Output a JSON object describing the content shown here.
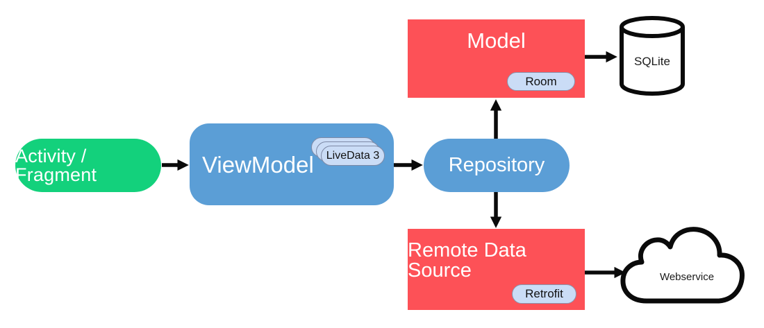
{
  "nodes": {
    "activity_fragment": {
      "label": "Activity / Fragment",
      "color": "#13d17c"
    },
    "viewmodel": {
      "label": "ViewModel",
      "badge": "LiveData 3",
      "color": "#5b9ed6"
    },
    "repository": {
      "label": "Repository",
      "color": "#5b9ed6"
    },
    "model": {
      "label": "Model",
      "badge": "Room",
      "color": "#fd5157"
    },
    "remote_data_source": {
      "label": "Remote Data Source",
      "badge": "Retrofit",
      "color": "#fd5157"
    },
    "sqlite": {
      "label": "SQLite"
    },
    "webservice": {
      "label": "Webservice"
    }
  },
  "colors": {
    "badge_fill": "#cadcf6",
    "badge_border": "#8793ad",
    "arrow": "#0a0a0a"
  },
  "edges": [
    {
      "from": "activity_fragment",
      "to": "viewmodel",
      "direction": "right"
    },
    {
      "from": "viewmodel",
      "to": "repository",
      "direction": "right"
    },
    {
      "from": "repository",
      "to": "model",
      "direction": "up"
    },
    {
      "from": "repository",
      "to": "remote_data_source",
      "direction": "down"
    },
    {
      "from": "model",
      "to": "sqlite",
      "direction": "right"
    },
    {
      "from": "remote_data_source",
      "to": "webservice",
      "direction": "right"
    }
  ]
}
